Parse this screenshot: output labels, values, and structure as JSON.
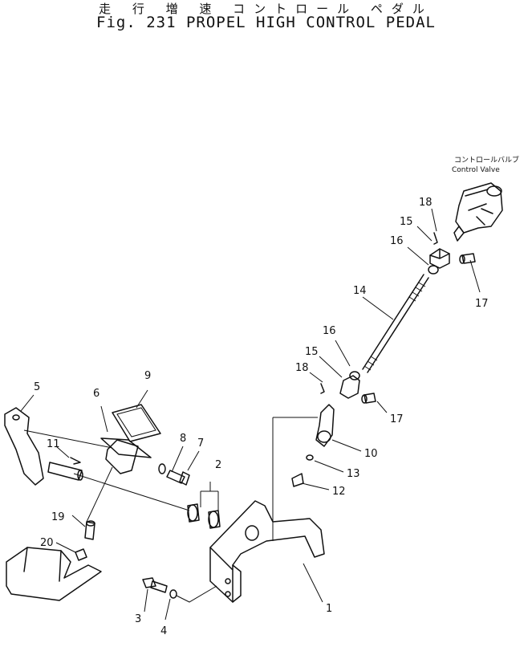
{
  "header": {
    "title_jp": "走 行 増 速 コントロール ペダル",
    "title_en": "Fig. 231 PROPEL HIGH CONTROL PEDAL"
  },
  "control_valve": {
    "label_jp": "コントロールバルブ",
    "label_en": "Control Valve"
  },
  "callouts": {
    "n1": "1",
    "n2": "2",
    "n3": "3",
    "n4": "4",
    "n5": "5",
    "n6": "6",
    "n7": "7",
    "n8": "8",
    "n9": "9",
    "n10": "10",
    "n11": "11",
    "n12": "12",
    "n13": "13",
    "n14": "14",
    "n15a": "15",
    "n15b": "15",
    "n16a": "16",
    "n16b": "16",
    "n17a": "17",
    "n17b": "17",
    "n18a": "18",
    "n18b": "18",
    "n19": "19",
    "n20": "20"
  }
}
